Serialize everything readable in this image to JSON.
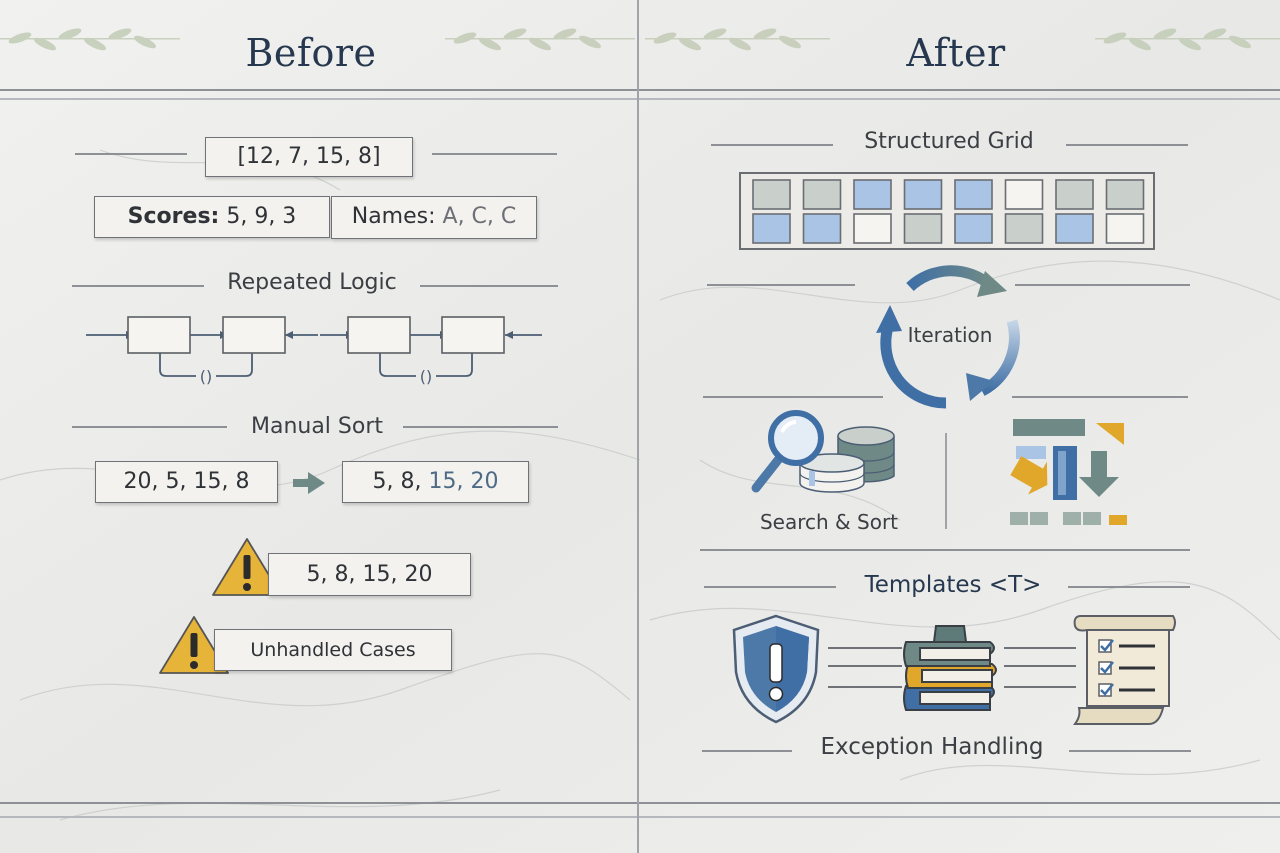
{
  "before": {
    "title": "Before",
    "array_literal": "[12, 7, 15, 8]",
    "scores": {
      "label": "Scores:",
      "values": "5, 9, 3"
    },
    "names": {
      "label": "Names:",
      "values": "A, C, C"
    },
    "repeated_logic": {
      "heading": "Repeated Logic",
      "connector_symbol": "()"
    },
    "manual_sort": {
      "heading": "Manual Sort",
      "input": "20, 5, 15, 8",
      "output_plain": "5, 8,",
      "output_tail": "15, 20"
    },
    "warnings": [
      {
        "text": "5, 8, 15, 20",
        "icon": "warning-icon"
      },
      {
        "text": "Unhandled Cases",
        "icon": "warning-icon"
      }
    ]
  },
  "after": {
    "title": "After",
    "structured_grid": {
      "heading": "Structured Grid",
      "cell_colors": {
        "blue": "#a9c4e4",
        "gray": "#c9d0cc",
        "white": "#f5f4f0"
      },
      "rows": [
        [
          "gray",
          "gray",
          "blue",
          "blue",
          "blue",
          "white",
          "gray",
          "gray"
        ],
        [
          "blue",
          "blue",
          "white",
          "gray",
          "blue",
          "gray",
          "blue",
          "white"
        ]
      ]
    },
    "iteration": {
      "label": "Iteration",
      "icon": "cycle-arrows-icon"
    },
    "search_sort": {
      "label": "Search & Sort",
      "icons": [
        "magnifier-icon",
        "database-icon",
        "sort-blocks-icon"
      ]
    },
    "templates": {
      "heading": "Templates <T>"
    },
    "exception_handling": {
      "heading": "Exception Handling",
      "icons": [
        "shield-exclamation-icon",
        "book-stack-icon",
        "checklist-scroll-icon"
      ]
    }
  },
  "colors": {
    "title": "#26384f",
    "accent_blue": "#4d79a8",
    "accent_teal": "#6f8a86",
    "accent_gold": "#e0a72a",
    "warning_yellow": "#e7b43a"
  }
}
